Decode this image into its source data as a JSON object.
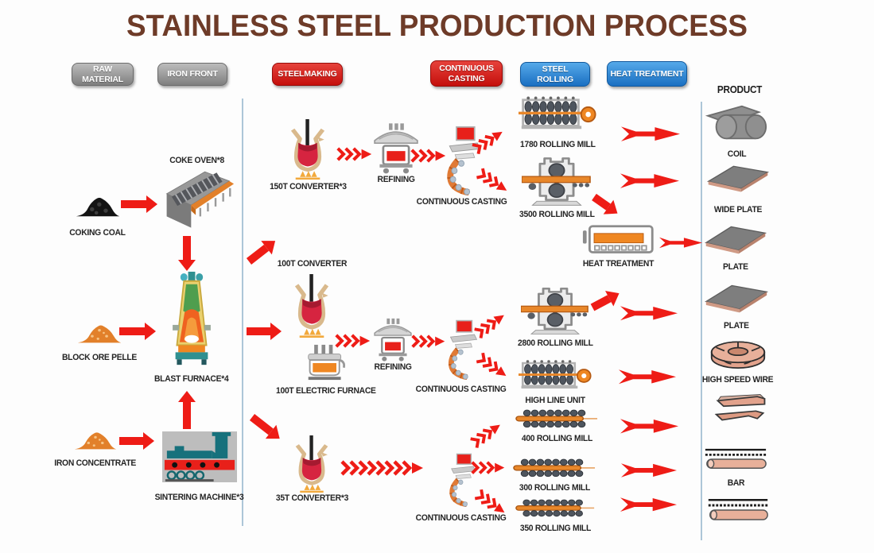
{
  "title": "STAINLESS STEEL PRODUCTION PROCESS",
  "colors": {
    "title_brown": "#6e3b28",
    "badge_gray": "#8d8d8d",
    "badge_red": "#d3201d",
    "badge_blue": "#2076c8",
    "arrow_red": "#ee1c16",
    "divider_blue": "#adc6d8",
    "slab_orange": "#e8872a",
    "steel_gray": "#8f8f8f"
  },
  "stage_badges": [
    {
      "label": "RAW MATERIAL",
      "color": "gray"
    },
    {
      "label": "IRON FRONT",
      "color": "gray"
    },
    {
      "label": "STEELMAKING",
      "color": "red"
    },
    {
      "label": "CONTINUOUS CASTING",
      "color": "red"
    },
    {
      "label": "STEEL ROLLING",
      "color": "blue"
    },
    {
      "label": "HEAT TREATMENT",
      "color": "blue"
    }
  ],
  "product_header": "PRODUCT",
  "nodes": {
    "coking_coal": "COKING COAL",
    "coke_oven": "COKE OVEN*8",
    "block_ore_pelle": "BLOCK ORE PELLE",
    "blast_furnace": "BLAST FURNACE*4",
    "iron_concentrate": "IRON CONCENTRATE",
    "sintering_machine": "SINTERING MACHINE*3",
    "converter_150t": "150T CONVERTER*3",
    "refining_top": "REFINING",
    "cc_top": "CONTINUOUS CASTING",
    "converter_100t": "100T CONVERTER",
    "electric_furnace_100t": "100T ELECTRIC FURNACE",
    "refining_mid": "REFINING",
    "cc_mid": "CONTINUOUS CASTING",
    "converter_35t": "35T CONVERTER*3",
    "cc_bottom": "CONTINUOUS CASTING",
    "mill_1780": "1780 ROLLING MILL",
    "mill_3500": "3500 ROLLING MILL",
    "heat_treatment": "HEAT TREATMENT",
    "mill_2800": "2800 ROLLING MILL",
    "high_line_unit": "HIGH LINE UNIT",
    "mill_400": "400 ROLLING MILL",
    "mill_300": "300 ROLLING MILL",
    "mill_350": "350 ROLLING MILL",
    "coil": "COIL",
    "wide_plate": "WIDE PLATE",
    "plate_1": "PLATE",
    "plate_2": "PLATE",
    "high_speed_wire": "HIGH SPEED WIRE",
    "bar": "BAR"
  }
}
